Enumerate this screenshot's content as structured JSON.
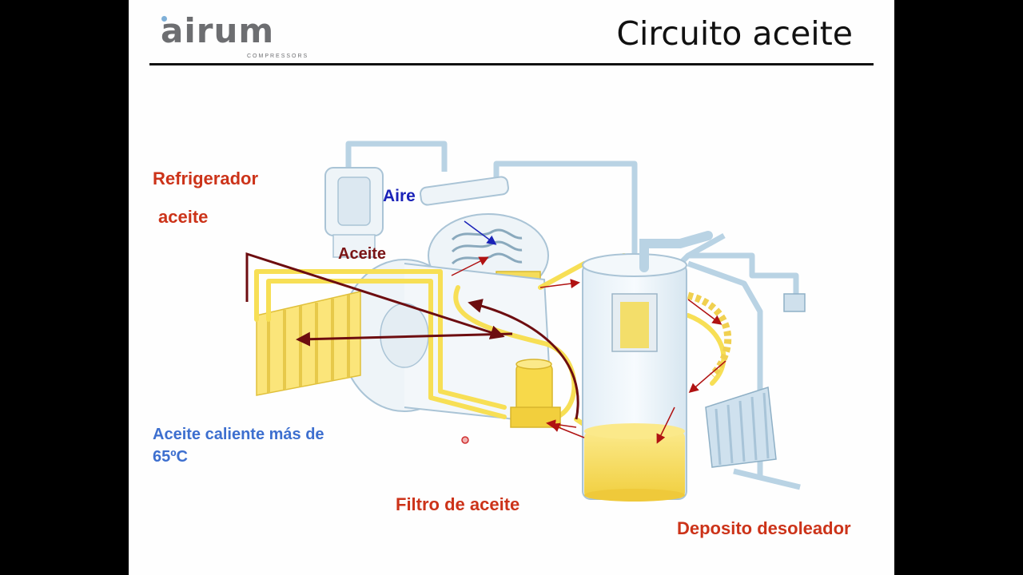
{
  "logo": {
    "word": "airum",
    "tagline": "COMPRESSORS"
  },
  "title": "Circuito aceite",
  "labels": {
    "refrigerador_line1": "Refrigerador",
    "refrigerador_line2": "aceite",
    "aire": "Aire",
    "aceite": "Aceite",
    "aceite_caliente_line1": "Aceite caliente más de",
    "aceite_caliente_line2": "65ºC",
    "filtro": "Filtro de aceite",
    "deposito": "Deposito desoleador"
  },
  "colors": {
    "oil": "#f7df55",
    "oil_dark": "#e9c53a",
    "pipe_blue": "#a9c8dc",
    "arrow_red": "#b01212",
    "arrow_dark": "#6d0d10",
    "label_red": "#cc3319",
    "label_blue": "#1a22b8",
    "label_lightblue": "#3d6fcf"
  }
}
